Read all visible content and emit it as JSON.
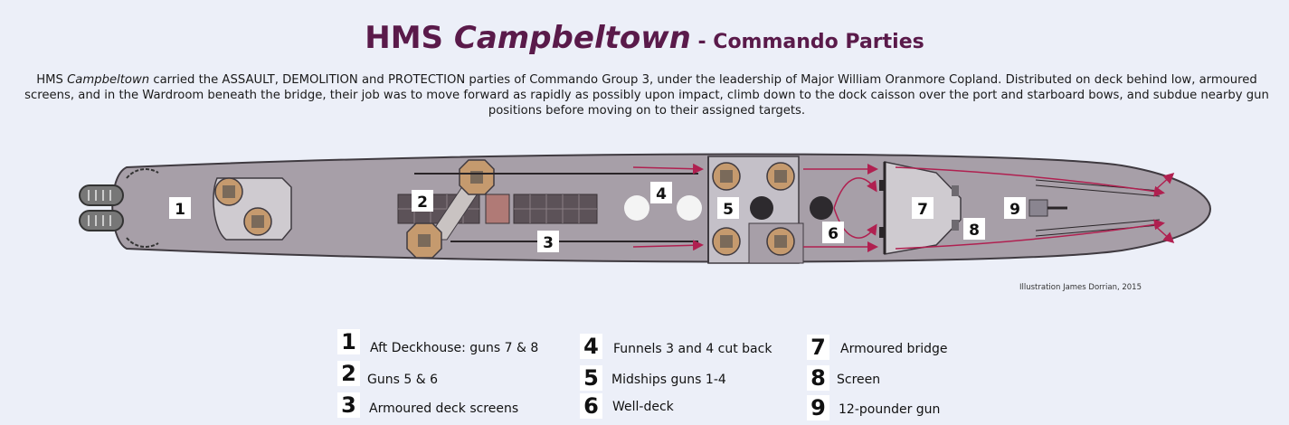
{
  "title": {
    "prefix": "HMS ",
    "ship_name": "Campbeltown",
    "subtitle": " - Commando Parties"
  },
  "intro": {
    "ship_name": "Campbeltown",
    "before_name": "HMS ",
    "after_name": " carried the ASSAULT, DEMOLITION and PROTECTION parties of Commando Group 3, under the leadership of Major William Oranmore Copland. Distributed on deck behind low, armoured screens, and in the Wardroom beneath the bridge, their job was to move forward as rapidly as possibly upon impact, climb down to the dock caisson over the port and starboard bows, and subdue nearby gun positions before moving on to their assigned targets."
  },
  "credit": "Illustration James Dorrian, 2015",
  "diagram_labels": [
    "1",
    "2",
    "3",
    "4",
    "5",
    "6",
    "7",
    "8",
    "9"
  ],
  "legend": [
    {
      "number": "1",
      "text": "Aft Deckhouse: guns 7 & 8"
    },
    {
      "number": "2",
      "text": "Guns 5 & 6"
    },
    {
      "number": "3",
      "text": "Armoured deck screens"
    },
    {
      "number": "4",
      "text": "Funnels 3 and 4 cut back"
    },
    {
      "number": "5",
      "text": "Midships guns 1-4"
    },
    {
      "number": "6",
      "text": "Well-deck"
    },
    {
      "number": "7",
      "text": "Armoured bridge"
    },
    {
      "number": "8",
      "text": "Screen"
    },
    {
      "number": "9",
      "text": "12-pounder gun"
    }
  ],
  "colors": {
    "hull": "#a79fa8",
    "hull_outline": "#3f3a40",
    "deckhouse": "#cfcbd0",
    "gun_mount": "#c59a6e",
    "arrows": "#b02050",
    "title": "#5a1a4a",
    "background": "#eceff8"
  }
}
